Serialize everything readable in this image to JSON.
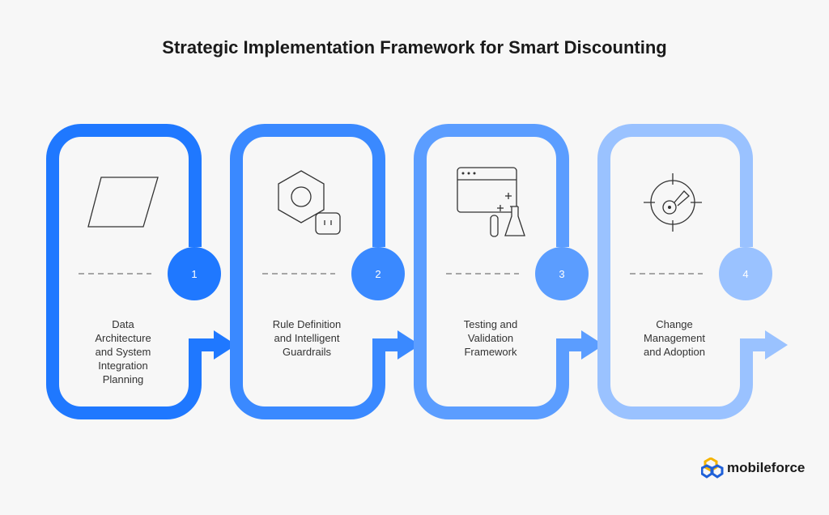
{
  "title": "Strategic Implementation Framework for Smart Discounting",
  "steps": [
    {
      "number": "1",
      "label": "Data Architecture and System Integration Planning",
      "lines": [
        "Data",
        "Architecture",
        "and System",
        "Integration",
        "Planning"
      ],
      "icon": "parallelogram-icon",
      "color": "#1f78ff"
    },
    {
      "number": "2",
      "label": "Rule Definition and Intelligent Guardrails",
      "lines": [
        "Rule Definition",
        "and Intelligent",
        "Guardrails"
      ],
      "icon": "hexagon-robot-icon",
      "color": "#3a89ff"
    },
    {
      "number": "3",
      "label": "Testing and Validation Framework",
      "lines": [
        "Testing and",
        "Validation",
        "Framework"
      ],
      "icon": "browser-lab-flask-icon",
      "color": "#5b9dff"
    },
    {
      "number": "4",
      "label": "Change Management and Adoption",
      "lines": [
        "Change",
        "Management",
        "and Adoption"
      ],
      "icon": "target-key-icon",
      "color": "#9ac2ff"
    }
  ],
  "logo": {
    "text": "mobileforce"
  }
}
